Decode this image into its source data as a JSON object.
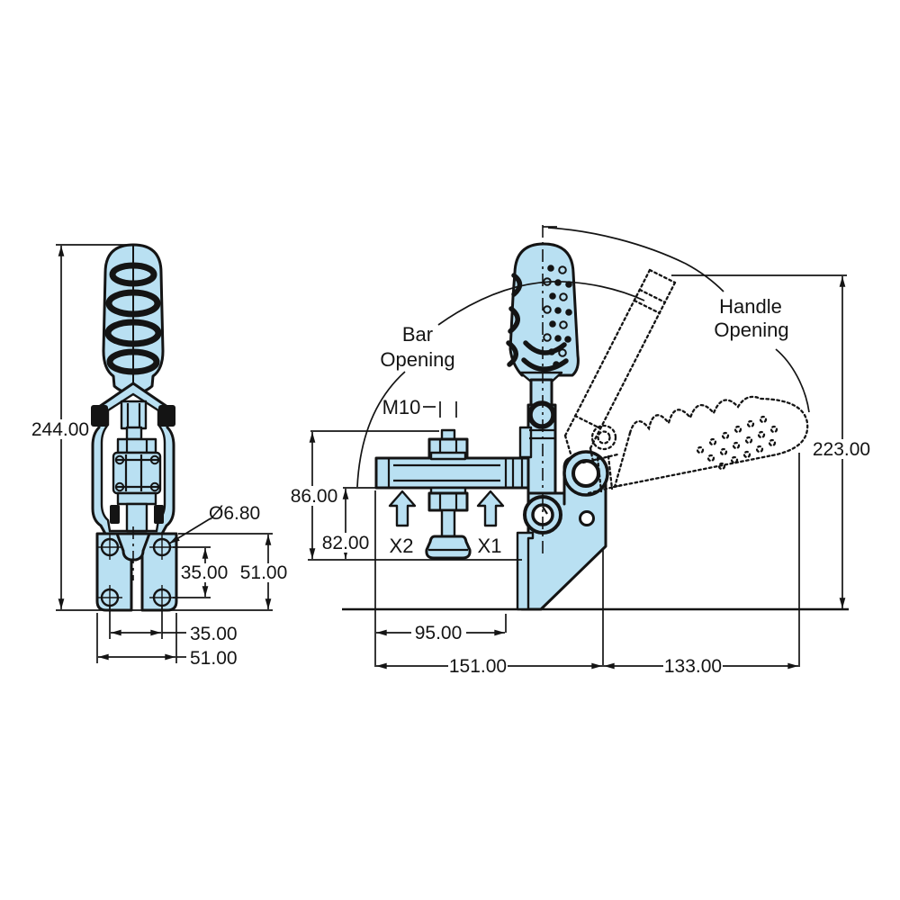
{
  "colors": {
    "part_fill": "#b9e0f2",
    "line": "#141414",
    "background": "#ffffff"
  },
  "front_view": {
    "dim_overall_height": "244.00",
    "hole_callout": "Ø6.80",
    "dim_hole_pitch_vertical": "35.00",
    "dim_base_height": "51.00",
    "dim_hole_pitch_horizontal": "35.00",
    "dim_base_width": "51.00"
  },
  "side_view": {
    "bar_opening_line1": "Bar",
    "bar_opening_line2": "Opening",
    "handle_opening_line1": "Handle",
    "handle_opening_line2": "Opening",
    "thread_callout": "M10",
    "dim_spindle_total": "86.00",
    "dim_spindle_below_bar": "82.00",
    "label_x2": "X2",
    "label_x1": "X1",
    "dim_bar_length": "95.00",
    "dim_body_length": "151.00",
    "dim_open_reach": "133.00",
    "dim_open_height": "223.00"
  }
}
